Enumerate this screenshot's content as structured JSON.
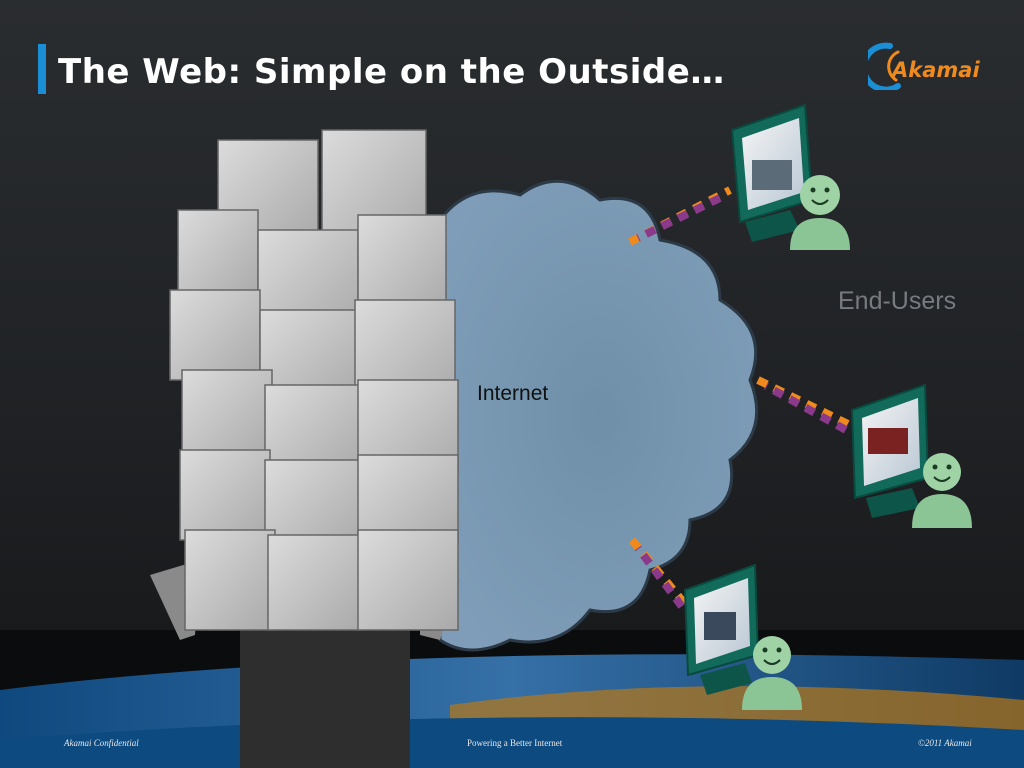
{
  "slide": {
    "title": "The Web: Simple on the Outside…",
    "logo_text": "Akamai"
  },
  "labels": {
    "internet": "Internet",
    "end_users": "End-Users"
  },
  "footer": {
    "left": "Akamai Confidential",
    "center": "Powering a Better Internet",
    "right": "©2011 Akamai"
  },
  "colors": {
    "accent": "#1b8fd6",
    "brand": "#f08a1c",
    "link_orange": "#f08a1c",
    "link_purple": "#8b3a8b"
  },
  "icons": [
    "akamai-logo",
    "cloud",
    "server-boxes",
    "monitor",
    "user-avatar"
  ]
}
